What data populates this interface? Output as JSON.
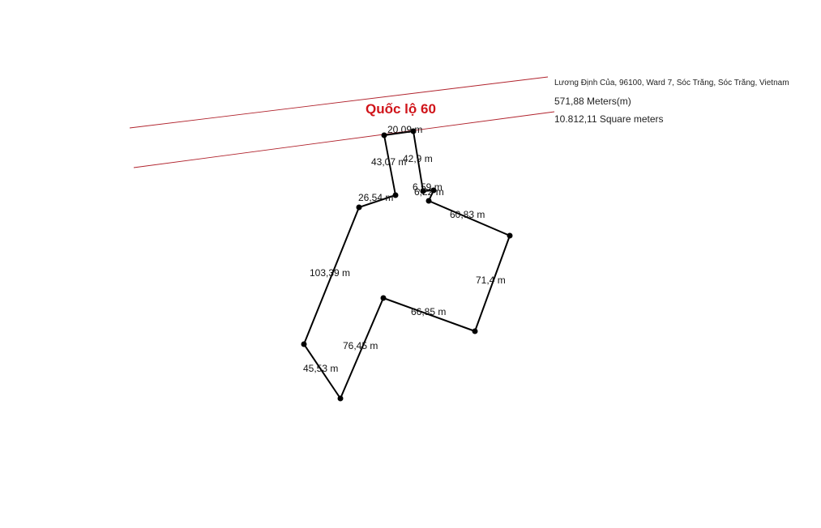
{
  "road": {
    "name": "Quốc lộ 60",
    "color": "#d0141a",
    "line_color": "#b0212b"
  },
  "info": {
    "address": "Lương Định Của, 96100, Ward 7, Sóc Trăng, Sóc Trăng, Vietnam",
    "perimeter": "571,88 Meters(m)",
    "area": "10.812,11 Square meters"
  },
  "parcel": {
    "outline_color": "#000000",
    "edge_labels": [
      "20,09 m",
      "42,9 m",
      "6,59 m",
      "6,22 m",
      "60,83 m",
      "71,4 m",
      "66,85 m",
      "76,45 m",
      "45,53 m",
      "103,39 m",
      "26,54 m",
      "43,07 m"
    ]
  }
}
